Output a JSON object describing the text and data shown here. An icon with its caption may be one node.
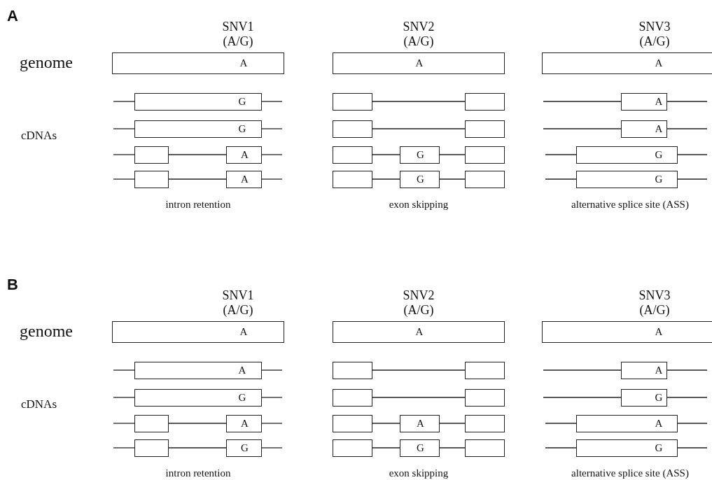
{
  "diagram": {
    "nodes": [
      {
        "text": [
          "A"
        ]
      },
      {
        "text": [
          "A"
        ]
      },
      {
        "text": [
          "A"
        ]
      },
      {
        "text": [
          "G"
        ]
      },
      {
        "text": [],
        "shape": "box"
      },
      {
        "text": [],
        "shape": "box"
      },
      {
        "text": [
          "A"
        ]
      },
      {
        "text": [
          "G"
        ]
      },
      {
        "text": [],
        "shape": "box"
      },
      {
        "text": [],
        "shape": "box"
      },
      {
        "text": [
          "A"
        ]
      },
      {
        "text": [],
        "shape": "box"
      },
      {
        "text": [
          "A"
        ]
      },
      {
        "text": [],
        "shape": "box"
      },
      {
        "text": [
          "G"
        ]
      },
      {
        "text": [],
        "shape": "box"
      },
      {
        "text": [
          "G"
        ]
      },
      {
        "text": [],
        "shape": "box"
      },
      {
        "text": [
          "A"
        ]
      },
      {
        "text": [],
        "shape": "box"
      },
      {
        "text": [
          "G"
        ]
      },
      {
        "text": [],
        "shape": "box"
      },
      {
        "text": [
          "G"
        ]
      },
      {
        "text": [
          "A"
        ]
      },
      {
        "text": [
          "A"
        ]
      },
      {
        "text": [
          "A"
        ]
      },
      {
        "text": [
          "A"
        ]
      },
      {
        "text": [],
        "shape": "box"
      },
      {
        "text": [],
        "shape": "box"
      },
      {
        "text": [
          "A"
        ]
      },
      {
        "text": [
          "G"
        ]
      },
      {
        "text": [],
        "shape": "box"
      },
      {
        "text": [],
        "shape": "box"
      },
      {
        "text": [
          "G"
        ]
      },
      {
        "text": [],
        "shape": "box"
      },
      {
        "text": [
          "A"
        ]
      },
      {
        "text": [],
        "shape": "box"
      },
      {
        "text": [
          "A"
        ]
      },
      {
        "text": [],
        "shape": "box"
      },
      {
        "text": [
          "A"
        ]
      },
      {
        "text": [],
        "shape": "box"
      },
      {
        "text": [
          "G"
        ]
      },
      {
        "text": [],
        "shape": "box"
      },
      {
        "text": [
          "G"
        ]
      },
      {
        "text": [],
        "shape": "box"
      },
      {
        "text": [
          "G"
        ]
      }
    ],
    "edges": [
      {
        "from": null,
        "to": 3,
        "arrow": "none"
      },
      {
        "from": 3,
        "to": null,
        "arrow": "none"
      },
      {
        "from": 4,
        "to": 5,
        "arrow": "none"
      },
      {
        "from": null,
        "to": 6,
        "arrow": "none"
      },
      {
        "from": 6,
        "to": null,
        "arrow": "none"
      },
      {
        "from": null,
        "to": 7,
        "arrow": "none"
      },
      {
        "from": 7,
        "to": null,
        "arrow": "none"
      },
      {
        "from": 8,
        "to": 9,
        "arrow": "none"
      },
      {
        "from": null,
        "to": 10,
        "arrow": "none"
      },
      {
        "from": 10,
        "to": null,
        "arrow": "none"
      },
      {
        "from": null,
        "to": 11,
        "arrow": "none"
      },
      {
        "from": 11,
        "to": 12,
        "arrow": "none"
      },
      {
        "from": 12,
        "to": null,
        "arrow": "none"
      },
      {
        "from": 13,
        "to": 14,
        "arrow": "none"
      },
      {
        "from": 14,
        "to": 15,
        "arrow": "none"
      },
      {
        "from": null,
        "to": 16,
        "arrow": "none"
      },
      {
        "from": 16,
        "to": null,
        "arrow": "none"
      },
      {
        "from": null,
        "to": 17,
        "arrow": "none"
      },
      {
        "from": 17,
        "to": 18,
        "arrow": "none"
      },
      {
        "from": 18,
        "to": null,
        "arrow": "none"
      },
      {
        "from": 19,
        "to": 20,
        "arrow": "none"
      },
      {
        "from": 20,
        "to": 21,
        "arrow": "none"
      },
      {
        "from": null,
        "to": 22,
        "arrow": "none"
      },
      {
        "from": 22,
        "to": null,
        "arrow": "none"
      },
      {
        "from": null,
        "to": 26,
        "arrow": "none"
      },
      {
        "from": 26,
        "to": null,
        "arrow": "none"
      },
      {
        "from": 27,
        "to": 28,
        "arrow": "none"
      },
      {
        "from": null,
        "to": 29,
        "arrow": "none"
      },
      {
        "from": 29,
        "to": null,
        "arrow": "none"
      },
      {
        "from": null,
        "to": 30,
        "arrow": "none"
      },
      {
        "from": 30,
        "to": null,
        "arrow": "none"
      },
      {
        "from": 31,
        "to": 32,
        "arrow": "none"
      },
      {
        "from": null,
        "to": 33,
        "arrow": "none"
      },
      {
        "from": 33,
        "to": null,
        "arrow": "none"
      },
      {
        "from": null,
        "to": 34,
        "arrow": "none"
      },
      {
        "from": 34,
        "to": 35,
        "arrow": "none"
      },
      {
        "from": 35,
        "to": null,
        "arrow": "none"
      },
      {
        "from": 36,
        "to": 37,
        "arrow": "none"
      },
      {
        "from": 37,
        "to": 38,
        "arrow": "none"
      },
      {
        "from": null,
        "to": 39,
        "arrow": "none"
      },
      {
        "from": 39,
        "to": null,
        "arrow": "none"
      },
      {
        "from": null,
        "to": 40,
        "arrow": "none"
      },
      {
        "from": 40,
        "to": 41,
        "arrow": "none"
      },
      {
        "from": 41,
        "to": null,
        "arrow": "none"
      },
      {
        "from": 42,
        "to": 43,
        "arrow": "none"
      },
      {
        "from": 43,
        "to": 44,
        "arrow": "none"
      },
      {
        "from": null,
        "to": 45,
        "arrow": "none"
      },
      {
        "from": 45,
        "to": null,
        "arrow": "none"
      }
    ],
    "labels": [
      "A",
      "SNV1 (A/G)",
      "SNV2 (A/G)",
      "SNV3 (A/G)",
      "genome",
      "cDNAs",
      "intron retention",
      "exon skipping",
      "alternative splice site (ASS)",
      "B",
      "SNV1 (A/G)",
      "SNV2 (A/G)",
      "SNV3 (A/G)",
      "genome",
      "cDNAs",
      "intron retention",
      "exon skipping",
      "alternative splice site (ASS)"
    ]
  }
}
